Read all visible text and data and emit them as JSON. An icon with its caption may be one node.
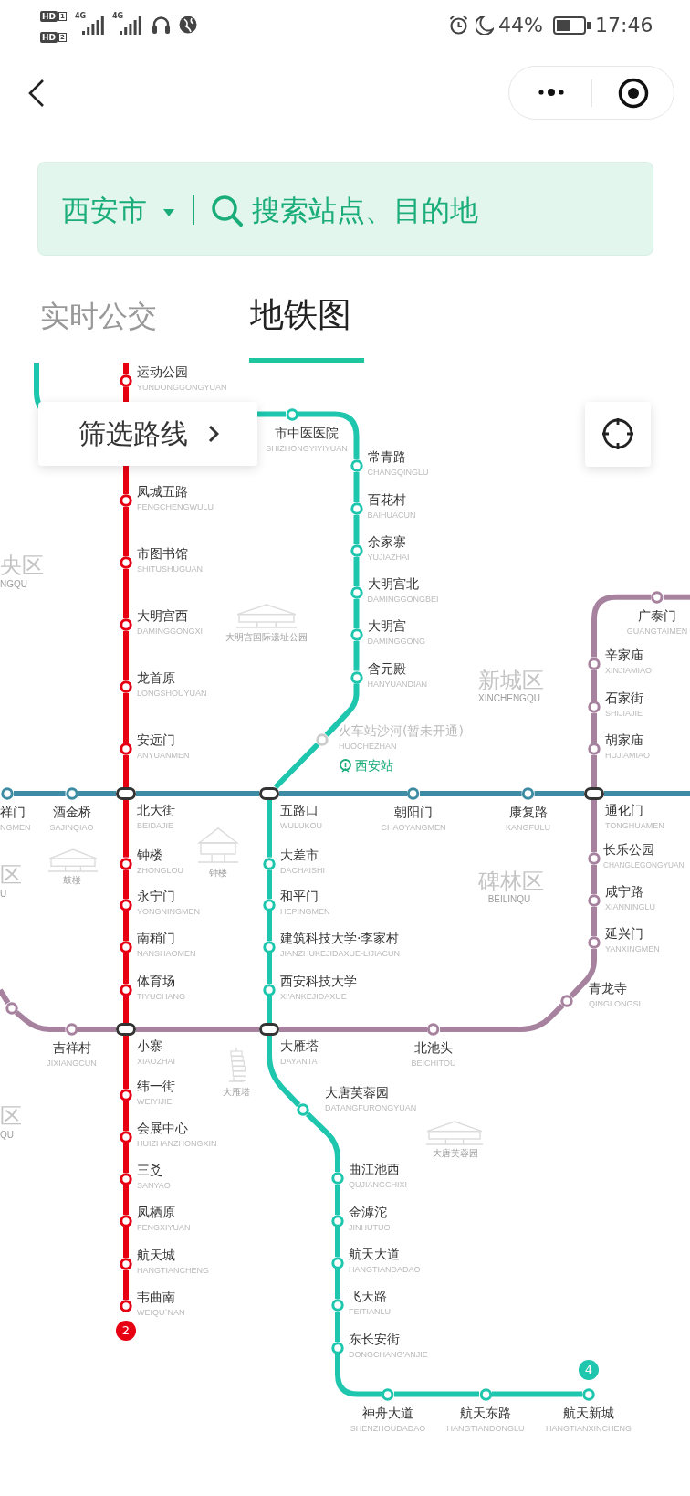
{
  "diagram": {
    "nodes": [
      {
        "text": [
          "运动公园",
          "YUNDONGGONGYUAN"
        ]
      },
      {
        "text": [
          "凤城五路",
          "FENGCHENGWULU"
        ]
      },
      {
        "text": [
          "市图书馆",
          "SHITUSHUGUAN"
        ]
      },
      {
        "text": [
          "大明宫西",
          "DAMINGGONGXI"
        ]
      },
      {
        "text": [
          "龙首原",
          "LONGSHOUYUAN"
        ]
      },
      {
        "text": [
          "安远门",
          "ANYUANMEN"
        ]
      },
      {
        "text": [
          "北大街",
          "BEIDAJIE"
        ]
      },
      {
        "text": [
          "钟楼",
          "ZHONGLOU"
        ]
      },
      {
        "text": [
          "永宁门",
          "YONGNINGMEN"
        ]
      },
      {
        "text": [
          "南稍门",
          "NANSHAOMEN"
        ]
      },
      {
        "text": [
          "体育场",
          "TIYUCHANG"
        ]
      },
      {
        "text": [
          "小寨",
          "XIAOZHAI"
        ]
      },
      {
        "text": [
          "纬一街",
          "WEIYIJIE"
        ]
      },
      {
        "text": [
          "会展中心",
          "HUIZHANZHONGXIN"
        ]
      },
      {
        "text": [
          "三爻",
          "SANYAO"
        ]
      },
      {
        "text": [
          "凤栖原",
          "FENGXIYUAN"
        ]
      },
      {
        "text": [
          "航天城",
          "HANGTIANCHENG"
        ]
      },
      {
        "text": [
          "韦曲南",
          "WEIQU`NAN"
        ]
      },
      {
        "text": [
          "市中医医院",
          "SHIZHONGYIYIYUAN"
        ]
      },
      {
        "text": [
          "常青路",
          "CHANGQINGLU"
        ]
      },
      {
        "text": [
          "百花村",
          "BAIHUACUN"
        ]
      },
      {
        "text": [
          "余家寨",
          "YUJIAZHAI"
        ]
      },
      {
        "text": [
          "大明宫北",
          "DAMINGGONGBEI"
        ]
      },
      {
        "text": [
          "大明宫",
          "DAMINGGONG"
        ]
      },
      {
        "text": [
          "含元殿",
          "HANYUANDIAN"
        ]
      },
      {
        "text": [
          "火车站沙河(暂未开通)",
          "HUOCHEZHAN",
          "西安站"
        ]
      },
      {
        "text": [
          "五路口",
          "WULUKOU"
        ]
      },
      {
        "text": [
          "大差市",
          "DACHAISHI"
        ]
      },
      {
        "text": [
          "和平门",
          "HEPINGMEN"
        ]
      },
      {
        "text": [
          "建筑科技大学·李家村",
          "JIANZHUKEJIDAXUE-LIJIACUN"
        ]
      },
      {
        "text": [
          "西安科技大学",
          "XI'ANKEJIDAXUE"
        ]
      },
      {
        "text": [
          "大雁塔",
          "DAYANTA"
        ]
      },
      {
        "text": [
          "大唐芙蓉园",
          "DATANGFURONGYUAN"
        ]
      },
      {
        "text": [
          "曲江池西",
          "QUJIANGCHIXI"
        ]
      },
      {
        "text": [
          "金滹沱",
          "JINHUTUO"
        ]
      },
      {
        "text": [
          "航天大道",
          "HANGTIANDADAO"
        ]
      },
      {
        "text": [
          "飞天路",
          "FEITIANLU"
        ]
      },
      {
        "text": [
          "东长安街",
          "DONGCHANG'ANJIE"
        ]
      },
      {
        "text": [
          "神舟大道",
          "SHENZHOUDADAO"
        ]
      },
      {
        "text": [
          "航天东路",
          "HANGTIANDONGLU"
        ]
      },
      {
        "text": [
          "航天新城",
          "HANGTIANXINCHENG"
        ]
      },
      {
        "text": [
          "祥门",
          "NGMEN"
        ]
      },
      {
        "text": [
          "酒金桥",
          "SAJINQIAO"
        ]
      },
      {
        "text": [
          "朝阳门",
          "CHAOYANGMEN"
        ]
      },
      {
        "text": [
          "康复路",
          "KANGFULU"
        ]
      },
      {
        "text": [
          "通化门",
          "TONGHUAMEN"
        ]
      },
      {
        "text": [
          "广泰门",
          "GUANGTAIMEN"
        ]
      },
      {
        "text": [
          "辛家庙",
          "XINJIAMIAO"
        ]
      },
      {
        "text": [
          "石家街",
          "SHIJIAJIE"
        ]
      },
      {
        "text": [
          "胡家庙",
          "HUJIAMIAO"
        ]
      },
      {
        "text": [
          "长乐公园",
          "CHANGLEGONGYUAN"
        ]
      },
      {
        "text": [
          "咸宁路",
          "XIANNINGLU"
        ]
      },
      {
        "text": [
          "延兴门",
          "YANXINGMEN"
        ]
      },
      {
        "text": [
          "青龙寺",
          "QINGLONGSI"
        ]
      },
      {
        "text": [
          "北池头",
          "BEICHITOU"
        ]
      },
      {
        "text": [
          "吉祥村",
          "JIXIANGCUN"
        ]
      },
      {
        "text": [],
        "shape": "circle"
      },
      {
        "text": [
          "2"
        ]
      },
      {
        "text": [
          "4"
        ]
      }
    ],
    "edges": [
      {
        "from": null,
        "to": 0,
        "arrow": "none",
        "color": "#e60012"
      },
      {
        "from": 0,
        "to": 1,
        "arrow": "none",
        "color": "#e60012"
      },
      {
        "from": 1,
        "to": 2,
        "arrow": "none",
        "color": "#e60012"
      },
      {
        "from": 2,
        "to": 3,
        "arrow": "none",
        "color": "#e60012"
      },
      {
        "from": 3,
        "to": 4,
        "arrow": "none",
        "color": "#e60012"
      },
      {
        "from": 4,
        "to": 5,
        "arrow": "none",
        "color": "#e60012"
      },
      {
        "from": 5,
        "to": 6,
        "arrow": "none",
        "color": "#e60012"
      },
      {
        "from": 6,
        "to": 7,
        "arrow": "none",
        "color": "#e60012"
      },
      {
        "from": 7,
        "to": 8,
        "arrow": "none",
        "color": "#e60012"
      },
      {
        "from": 8,
        "to": 9,
        "arrow": "none",
        "color": "#e60012"
      },
      {
        "from": 9,
        "to": 10,
        "arrow": "none",
        "color": "#e60012"
      },
      {
        "from": 10,
        "to": 11,
        "arrow": "none",
        "color": "#e60012"
      },
      {
        "from": 11,
        "to": 12,
        "arrow": "none",
        "color": "#e60012"
      },
      {
        "from": 12,
        "to": 13,
        "arrow": "none",
        "color": "#e60012"
      },
      {
        "from": 13,
        "to": 14,
        "arrow": "none",
        "color": "#e60012"
      },
      {
        "from": 14,
        "to": 15,
        "arrow": "none",
        "color": "#e60012"
      },
      {
        "from": 15,
        "to": 16,
        "arrow": "none",
        "color": "#e60012"
      },
      {
        "from": 16,
        "to": 17,
        "arrow": "none",
        "color": "#e60012"
      },
      {
        "from": null,
        "to": 18,
        "arrow": "none",
        "color": "#1ec6ae"
      },
      {
        "from": 18,
        "to": 19,
        "arrow": "none",
        "color": "#1ec6ae"
      },
      {
        "from": 19,
        "to": 20,
        "arrow": "none",
        "color": "#1ec6ae"
      },
      {
        "from": 20,
        "to": 21,
        "arrow": "none",
        "color": "#1ec6ae"
      },
      {
        "from": 21,
        "to": 22,
        "arrow": "none",
        "color": "#1ec6ae"
      },
      {
        "from": 22,
        "to": 23,
        "arrow": "none",
        "color": "#1ec6ae"
      },
      {
        "from": 23,
        "to": 24,
        "arrow": "none",
        "color": "#1ec6ae"
      },
      {
        "from": 24,
        "to": 25,
        "arrow": "none",
        "color": "#1ec6ae"
      },
      {
        "from": 25,
        "to": 26,
        "arrow": "none",
        "color": "#1ec6ae"
      },
      {
        "from": 26,
        "to": 27,
        "arrow": "none",
        "color": "#1ec6ae"
      },
      {
        "from": 27,
        "to": 28,
        "arrow": "none",
        "color": "#1ec6ae"
      },
      {
        "from": 28,
        "to": 29,
        "arrow": "none",
        "color": "#1ec6ae"
      },
      {
        "from": 29,
        "to": 30,
        "arrow": "none",
        "color": "#1ec6ae"
      },
      {
        "from": 30,
        "to": 31,
        "arrow": "none",
        "color": "#1ec6ae"
      },
      {
        "from": 31,
        "to": 32,
        "arrow": "none",
        "color": "#1ec6ae"
      },
      {
        "from": 32,
        "to": 33,
        "arrow": "none",
        "color": "#1ec6ae"
      },
      {
        "from": 33,
        "to": 34,
        "arrow": "none",
        "color": "#1ec6ae"
      },
      {
        "from": 34,
        "to": 35,
        "arrow": "none",
        "color": "#1ec6ae"
      },
      {
        "from": 35,
        "to": 36,
        "arrow": "none",
        "color": "#1ec6ae"
      },
      {
        "from": 36,
        "to": 37,
        "arrow": "none",
        "color": "#1ec6ae"
      },
      {
        "from": 37,
        "to": 38,
        "arrow": "none",
        "color": "#1ec6ae"
      },
      {
        "from": 38,
        "to": 39,
        "arrow": "none",
        "color": "#1ec6ae"
      },
      {
        "from": 39,
        "to": 40,
        "arrow": "none",
        "color": "#1ec6ae"
      },
      {
        "from": 41,
        "to": 42,
        "arrow": "none",
        "color": "#3e8ca3"
      },
      {
        "from": 42,
        "to": 6,
        "arrow": "none",
        "color": "#3e8ca3"
      },
      {
        "from": 6,
        "to": 26,
        "arrow": "none",
        "color": "#3e8ca3"
      },
      {
        "from": 26,
        "to": 43,
        "arrow": "none",
        "color": "#3e8ca3"
      },
      {
        "from": 43,
        "to": 44,
        "arrow": "none",
        "color": "#3e8ca3"
      },
      {
        "from": 44,
        "to": 45,
        "arrow": "none",
        "color": "#3e8ca3"
      },
      {
        "from": 45,
        "to": null,
        "arrow": "none",
        "color": "#3e8ca3"
      },
      {
        "from": null,
        "to": 46,
        "arrow": "none",
        "color": "#a7829f"
      },
      {
        "from": 46,
        "to": 47,
        "arrow": "none",
        "color": "#a7829f"
      },
      {
        "from": 47,
        "to": 48,
        "arrow": "none",
        "color": "#a7829f"
      },
      {
        "from": 48,
        "to": 49,
        "arrow": "none",
        "color": "#a7829f"
      },
      {
        "from": 49,
        "to": 45,
        "arrow": "none",
        "color": "#a7829f"
      },
      {
        "from": 45,
        "to": 50,
        "arrow": "none",
        "color": "#a7829f"
      },
      {
        "from": 50,
        "to": 51,
        "arrow": "none",
        "color": "#a7829f"
      },
      {
        "from": 51,
        "to": 52,
        "arrow": "none",
        "color": "#a7829f"
      },
      {
        "from": 52,
        "to": 53,
        "arrow": "none",
        "color": "#a7829f"
      },
      {
        "from": 53,
        "to": 54,
        "arrow": "none",
        "color": "#a7829f"
      },
      {
        "from": 54,
        "to": 31,
        "arrow": "none",
        "color": "#a7829f"
      },
      {
        "from": 31,
        "to": 11,
        "arrow": "none",
        "color": "#a7829f"
      },
      {
        "from": 11,
        "to": 55,
        "arrow": "none",
        "color": "#a7829f"
      },
      {
        "from": 55,
        "to": 56,
        "arrow": "none",
        "color": "#a7829f"
      },
      {
        "from": 56,
        "to": null,
        "arrow": "none",
        "color": "#a7829f"
      }
    ],
    "labels": [
      "HD",
      "1",
      "HD",
      "2",
      "4G",
      "4G",
      "44%",
      "17:46",
      "西安市",
      "搜索站点、目的地",
      "实时公交",
      "地铁图",
      "筛选路线",
      "央区",
      "NGQU",
      "大明宫国际遗址公园",
      "新城区",
      "XINCHENGQU",
      "鼓楼",
      "钟楼",
      "区",
      "U",
      "碑林区",
      "BEILINQU",
      "大雁塔",
      "区",
      "QU",
      "大唐芙蓉园"
    ]
  }
}
